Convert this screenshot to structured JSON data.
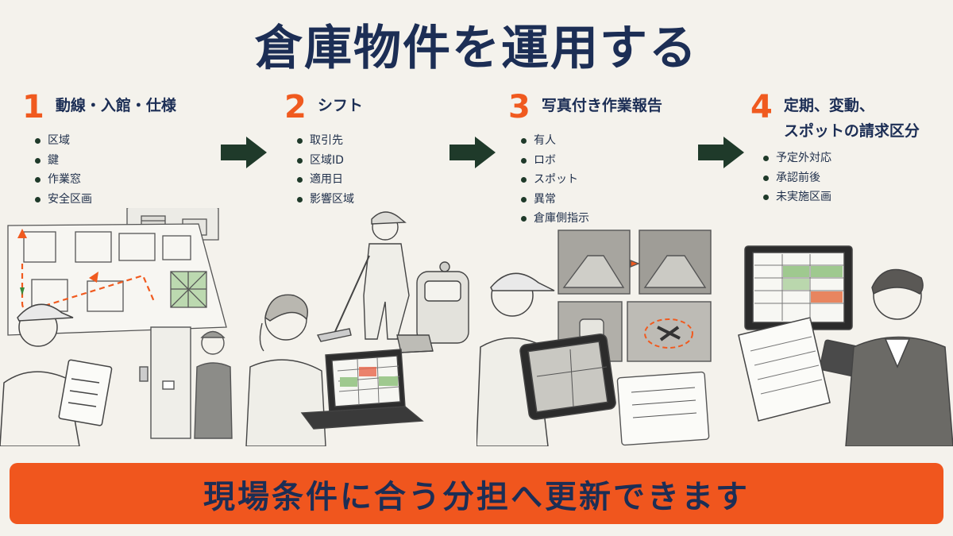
{
  "title": "倉庫物件を運用する",
  "steps": [
    {
      "number": "1",
      "title_lines": [
        "動線・入館・仕様"
      ],
      "bullets": [
        "区域",
        "鍵",
        "作業窓",
        "安全区画"
      ]
    },
    {
      "number": "2",
      "title_lines": [
        "シフト"
      ],
      "bullets": [
        "取引先",
        "区域ID",
        "適用日",
        "影響区域"
      ]
    },
    {
      "number": "3",
      "title_lines": [
        "写真付き作業報告"
      ],
      "bullets": [
        "有人",
        "ロボ",
        "スポット",
        "異常",
        "倉庫側指示"
      ]
    },
    {
      "number": "4",
      "title_lines": [
        "定期、変動、",
        "スポットの請求区分"
      ],
      "bullets": [
        "予定外対応",
        "承認前後",
        "未実施区画"
      ]
    }
  ],
  "banner": "現場条件に合う分担へ更新できます",
  "colors": {
    "accent": "#f05a1f",
    "navy": "#1c2e55",
    "arrow": "#1f3a2a",
    "background": "#f4f2ec"
  }
}
